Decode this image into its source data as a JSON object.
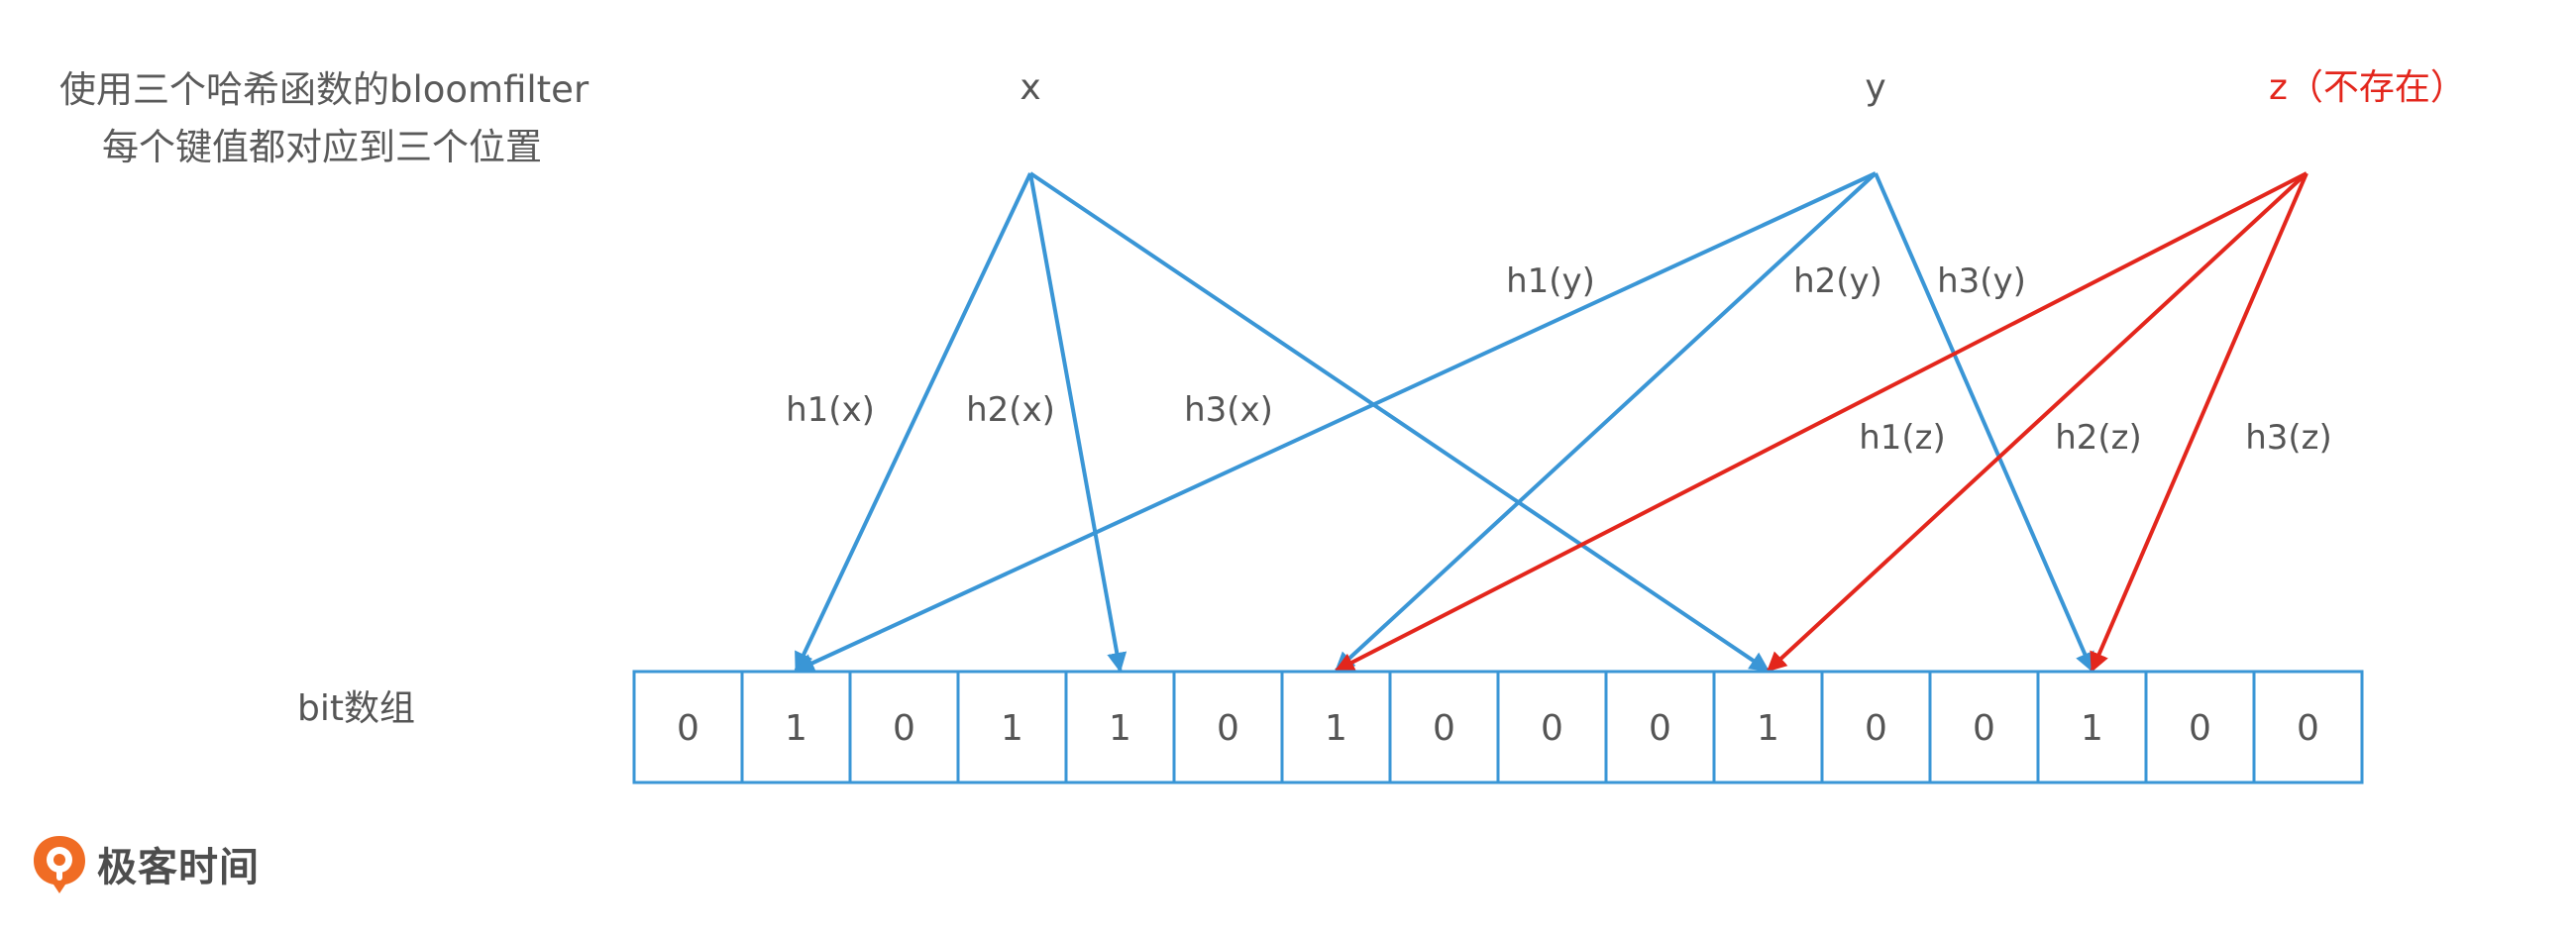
{
  "caption": {
    "line1": "使用三个哈希函数的bloomfilter",
    "line2": "每个键值都对应到三个位置"
  },
  "keys": [
    {
      "label": "x",
      "color": "#3a96d6"
    },
    {
      "label": "y",
      "color": "#3a96d6"
    },
    {
      "label": "z（不存在）",
      "color": "#e3261c"
    }
  ],
  "bit_array": {
    "label": "bit数组",
    "bits": [
      "0",
      "1",
      "0",
      "1",
      "1",
      "0",
      "1",
      "0",
      "0",
      "0",
      "1",
      "0",
      "0",
      "1",
      "0",
      "0"
    ]
  },
  "mappings": [
    {
      "key": 0,
      "cell": 1,
      "label": "h1(x)"
    },
    {
      "key": 0,
      "cell": 4,
      "label": "h2(x)"
    },
    {
      "key": 0,
      "cell": 10,
      "label": "h3(x)"
    },
    {
      "key": 1,
      "cell": 1,
      "label": "h1(y)"
    },
    {
      "key": 1,
      "cell": 6,
      "label": "h2(y)"
    },
    {
      "key": 1,
      "cell": 13,
      "label": "h3(y)"
    },
    {
      "key": 2,
      "cell": 6,
      "label": "h1(z)"
    },
    {
      "key": 2,
      "cell": 10,
      "label": "h2(z)"
    },
    {
      "key": 2,
      "cell": 13,
      "label": "h3(z)"
    }
  ],
  "colors": {
    "arrow_existing": "#3a96d6",
    "arrow_missing": "#e3261c",
    "cell_border": "#3a96d6",
    "text": "#555555",
    "logo_orange": "#f06c24"
  },
  "logo": {
    "text": "极客时间"
  }
}
